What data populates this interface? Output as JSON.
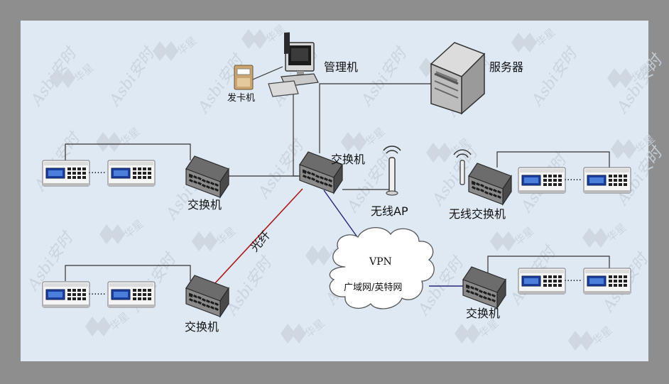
{
  "diagram": {
    "labels": {
      "card_issuer": "发卡机",
      "management_pc": "管理机",
      "server": "服务器",
      "core_switch": "交换机",
      "left_switch_top": "交换机",
      "left_switch_bottom": "交换机",
      "right_switch_bottom": "交换机",
      "wireless_ap": "无线AP",
      "wireless_switch": "无线交换机",
      "fiber": "光纤",
      "vpn": "VPN",
      "wan_internet": "广域网/英特网",
      "dots": "······"
    },
    "watermark": {
      "brand_latin": "Asbi安时",
      "brand_cn": "华星"
    },
    "colors": {
      "page_bg": "#8e8e8e",
      "canvas_bg": "#dfe9f4",
      "line": "#333333",
      "fiber": "#b01818",
      "vpn_link": "#26267a",
      "device_screen": "#1a3f9e"
    }
  }
}
